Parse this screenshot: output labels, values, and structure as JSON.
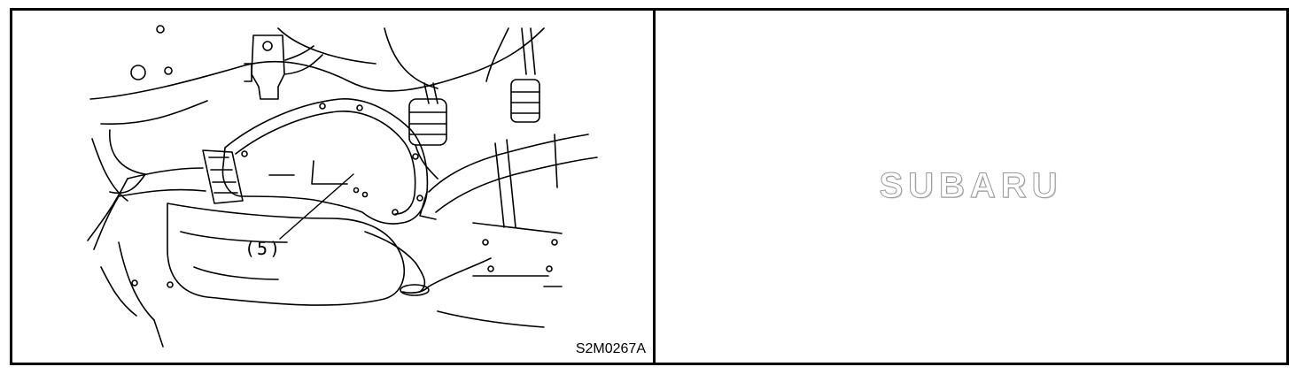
{
  "left_panel": {
    "callout_label": "(5)",
    "figure_code": "S2M0267A",
    "illustration_icon": "exhaust-manifold-cover-illustration"
  },
  "right_panel": {
    "watermark_text": "SUBARU"
  }
}
